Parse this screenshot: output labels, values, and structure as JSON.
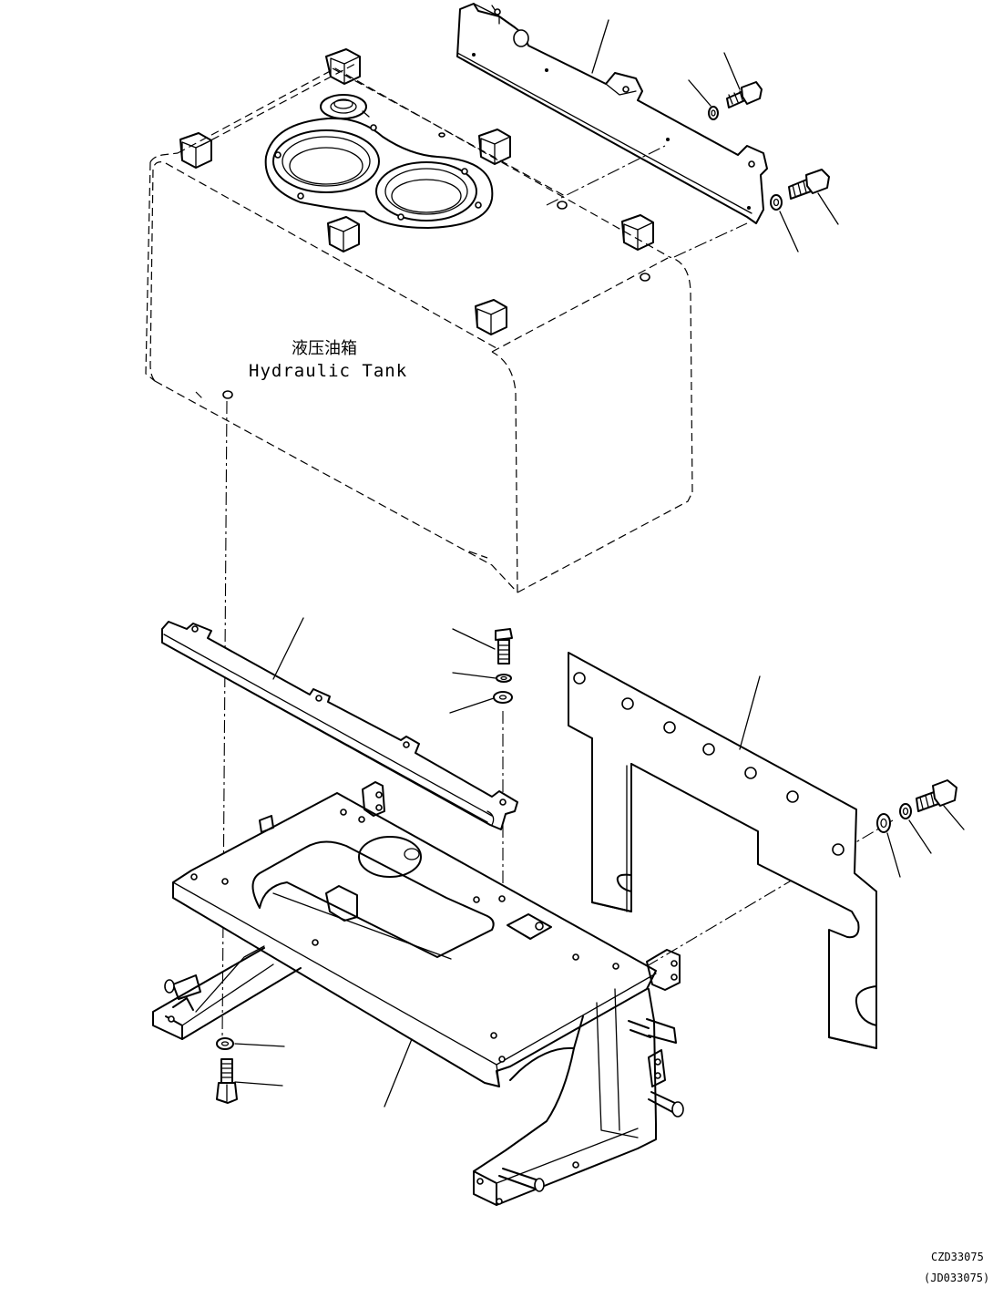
{
  "tank_label": {
    "chinese": "液压油箱",
    "english": "Hydraulic Tank"
  },
  "drawing_codes": {
    "primary": "CZD33075",
    "secondary": "(JD033075)"
  },
  "parts": [
    {
      "id": "rear-bracket",
      "icon": "bracket-plate"
    },
    {
      "id": "bolt-upper-1",
      "icon": "hex-bolt"
    },
    {
      "id": "washer-upper-1",
      "icon": "washer"
    },
    {
      "id": "bolt-upper-2",
      "icon": "hex-bolt"
    },
    {
      "id": "washer-upper-2",
      "icon": "washer"
    },
    {
      "id": "hydraulic-tank",
      "icon": "tank"
    },
    {
      "id": "front-rail",
      "icon": "rail-bracket"
    },
    {
      "id": "center-bolt",
      "icon": "hex-bolt"
    },
    {
      "id": "center-washer-1",
      "icon": "washer"
    },
    {
      "id": "center-washer-2",
      "icon": "washer"
    },
    {
      "id": "side-plate",
      "icon": "side-plate"
    },
    {
      "id": "side-bolt",
      "icon": "hex-bolt"
    },
    {
      "id": "side-washer-1",
      "icon": "washer"
    },
    {
      "id": "side-washer-2",
      "icon": "washer"
    },
    {
      "id": "tank-stand",
      "icon": "stand-frame"
    },
    {
      "id": "bottom-washer",
      "icon": "washer"
    },
    {
      "id": "bottom-bolt",
      "icon": "hex-bolt"
    }
  ]
}
